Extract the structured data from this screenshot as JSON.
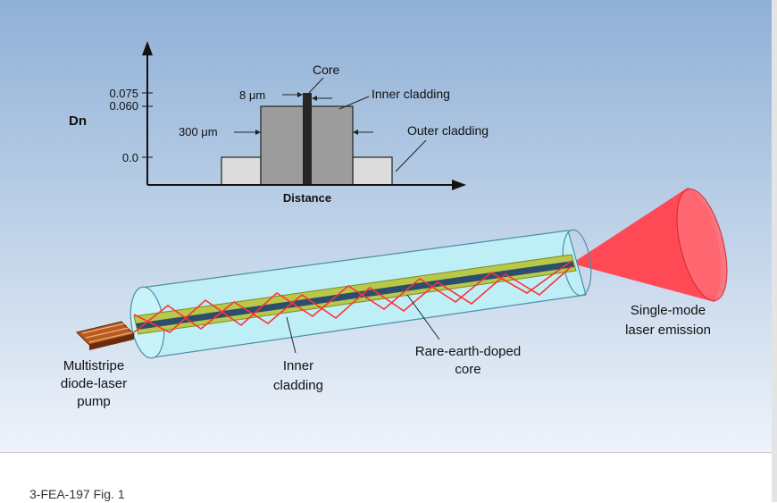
{
  "figure": {
    "colors": {
      "background_top": "#8fb0d6",
      "background_bottom": "#eef3fa",
      "cylinder": "#bfeff6",
      "inner_cladding": "#b8c94a",
      "core": "#2c4d6e",
      "ray": "#ff3333",
      "cone": "#ff4a55",
      "pump": "#8a3b10"
    },
    "graph": {
      "y_axis_label": "Dn",
      "x_axis_label": "Distance",
      "ticks": [
        "0.075",
        "0.060",
        "0.0"
      ],
      "labels": {
        "core": "Core",
        "core_width": "8 μm",
        "inner_cladding": "Inner cladding",
        "cladding_width": "300 μm",
        "outer_cladding": "Outer cladding"
      }
    },
    "fiber": {
      "pump_label": [
        "Multistripe",
        "diode-laser",
        "pump"
      ],
      "inner_cladding_label": [
        "Inner",
        "cladding"
      ],
      "core_label": [
        "Rare-earth-doped",
        "core"
      ],
      "emission_label": [
        "Single-mode",
        "laser emission"
      ]
    }
  },
  "caption": "3-FEA-197 Fig. 1"
}
